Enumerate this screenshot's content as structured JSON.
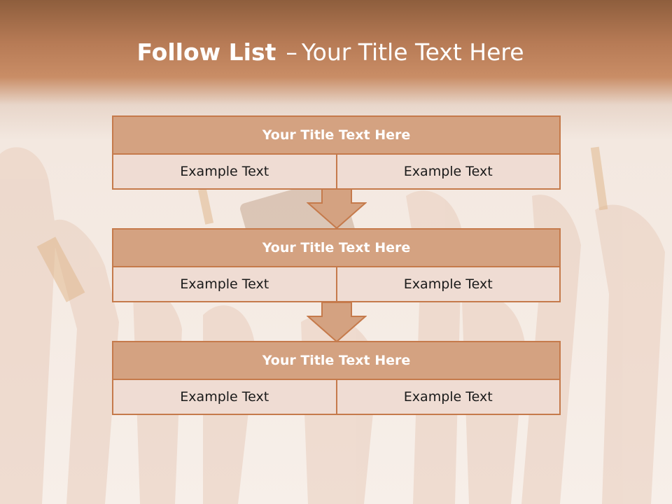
{
  "title": {
    "bold": "Follow List",
    "separator": "–",
    "rest": "Your Title Text Here"
  },
  "blocks": [
    {
      "heading": "Your Title Text Here",
      "left": "Example Text",
      "right": "Example Text"
    },
    {
      "heading": "Your Title Text Here",
      "left": "Example Text",
      "right": "Example Text"
    },
    {
      "heading": "Your Title Text Here",
      "left": "Example Text",
      "right": "Example Text"
    }
  ],
  "colors": {
    "header_fill": "#d4a281",
    "border": "#c57a4b",
    "cell_fill": "#efdcd3",
    "banner": "#b67a55"
  },
  "background_image": "raised-hands-holding-credit-cards"
}
